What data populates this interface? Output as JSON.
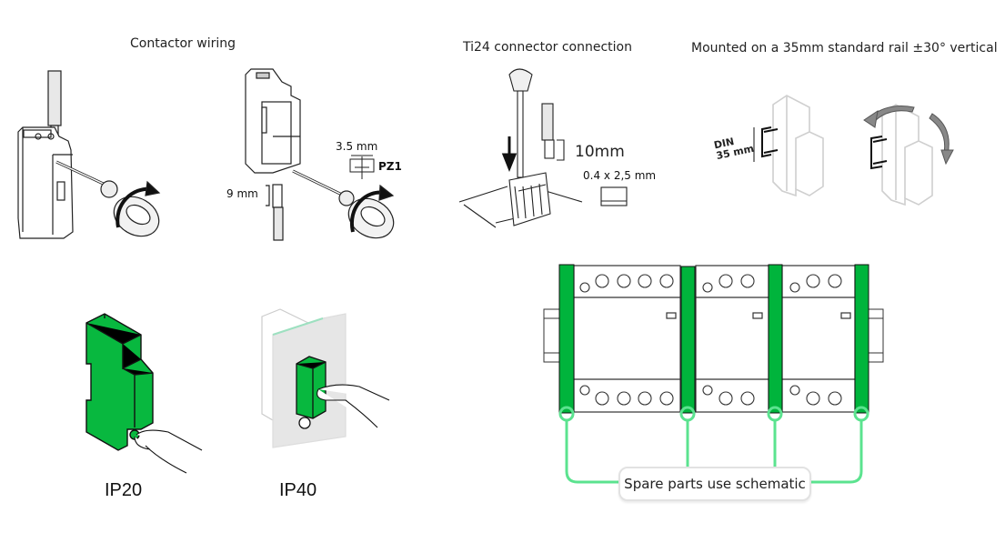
{
  "sections": {
    "contactor_wiring": {
      "title": "Contactor wiring",
      "wire_strip_length": "9 mm",
      "screwdriver_width": "3.5 mm",
      "screwdriver_type": "PZ1"
    },
    "ti24_connector": {
      "title": "Ti24 connector connection",
      "wire_strip_length": "10mm",
      "blade_size": "0.4 x 2,5 mm"
    },
    "rail_mounting": {
      "title": "Mounted on a 35mm standard rail ±30°  vertical",
      "rail_label_line1": "DIN",
      "rail_label_line2": "35 mm"
    },
    "protection": {
      "ip20_label": "IP20",
      "ip40_label": "IP40"
    },
    "spare_parts": {
      "label": "Spare parts use schematic",
      "module_count": 3,
      "spacer_count": 4
    }
  },
  "colors": {
    "accent_green": "#00b43c",
    "connector_green": "#5be38f",
    "outline": "#222222",
    "light_grey": "#dddddd"
  }
}
